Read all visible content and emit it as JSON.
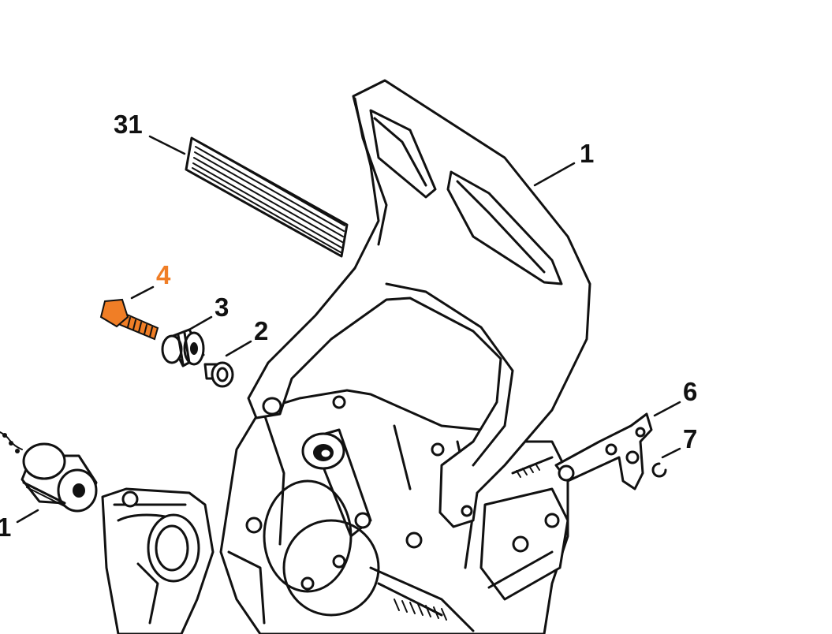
{
  "callouts": {
    "c31": "31",
    "c1": "1",
    "c4": "4",
    "c3": "3",
    "c2": "2",
    "c6": "6",
    "c7": "7",
    "c1b": "1"
  },
  "colors": {
    "highlight": "#F07E26",
    "ink": "#111111",
    "paper": "#ffffff"
  }
}
